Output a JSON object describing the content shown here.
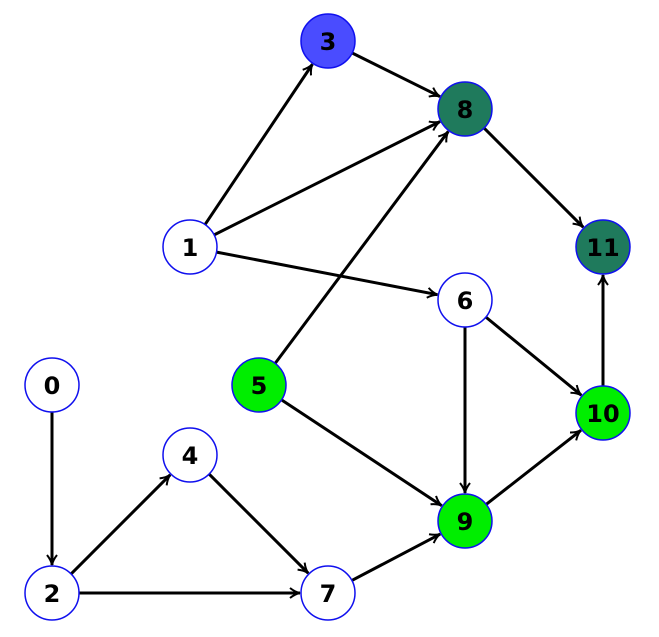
{
  "colors": {
    "default": "#ffffff",
    "blue": "#4a4cff",
    "teal": "#1f7a5c",
    "green": "#00ee00",
    "border": "#1010ee",
    "edge": "#000000"
  },
  "nodes": [
    {
      "id": "0",
      "label": "0",
      "fill": "default"
    },
    {
      "id": "1",
      "label": "1",
      "fill": "default"
    },
    {
      "id": "2",
      "label": "2",
      "fill": "default"
    },
    {
      "id": "3",
      "label": "3",
      "fill": "blue"
    },
    {
      "id": "4",
      "label": "4",
      "fill": "default"
    },
    {
      "id": "5",
      "label": "5",
      "fill": "green"
    },
    {
      "id": "6",
      "label": "6",
      "fill": "default"
    },
    {
      "id": "7",
      "label": "7",
      "fill": "default"
    },
    {
      "id": "8",
      "label": "8",
      "fill": "teal"
    },
    {
      "id": "9",
      "label": "9",
      "fill": "green"
    },
    {
      "id": "10",
      "label": "10",
      "fill": "green"
    },
    {
      "id": "11",
      "label": "11",
      "fill": "teal"
    }
  ],
  "edges": [
    [
      "0",
      "2"
    ],
    [
      "2",
      "4"
    ],
    [
      "2",
      "7"
    ],
    [
      "4",
      "7"
    ],
    [
      "7",
      "9"
    ],
    [
      "1",
      "3"
    ],
    [
      "1",
      "8"
    ],
    [
      "1",
      "6"
    ],
    [
      "3",
      "8"
    ],
    [
      "5",
      "8"
    ],
    [
      "5",
      "9"
    ],
    [
      "6",
      "9"
    ],
    [
      "6",
      "10"
    ],
    [
      "9",
      "10"
    ],
    [
      "10",
      "11"
    ],
    [
      "8",
      "11"
    ]
  ]
}
